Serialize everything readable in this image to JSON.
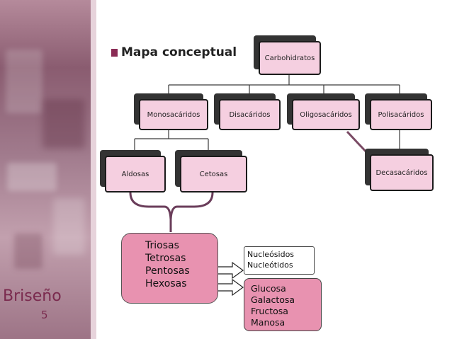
{
  "footer": {
    "brand": "Briseño",
    "page": "5"
  },
  "slide": {
    "title": "Mapa conceptual"
  },
  "nodes": {
    "root": "Carbohidratos",
    "mono": "Monosacáridos",
    "di": "Disacáridos",
    "oligo": "Oligosacáridos",
    "poli": "Polisacáridos",
    "aldosas": "Aldosas",
    "cetosas": "Cetosas",
    "deca": "Decasacáridos"
  },
  "triosas_box": [
    "Triosas",
    "Tetrosas",
    "Pentosas",
    "Hexosas"
  ],
  "nucleo_box": [
    "Nucleósidos",
    "Nucleótidos"
  ],
  "glucosa_box": [
    "Glucosa",
    "Galactosa",
    "Fructosa",
    "Manosa"
  ]
}
